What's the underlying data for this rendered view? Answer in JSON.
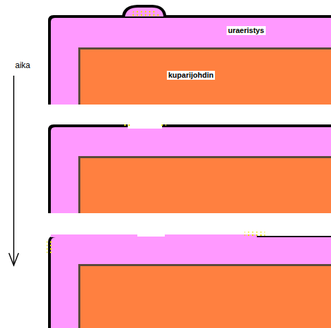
{
  "diagram": {
    "nodes": [
      {
        "text": [
          "uraeristys"
        ]
      },
      {
        "text": [
          "kuparijohdin"
        ],
        "in": 0
      }
    ],
    "labels": [
      "aika"
    ]
  }
}
